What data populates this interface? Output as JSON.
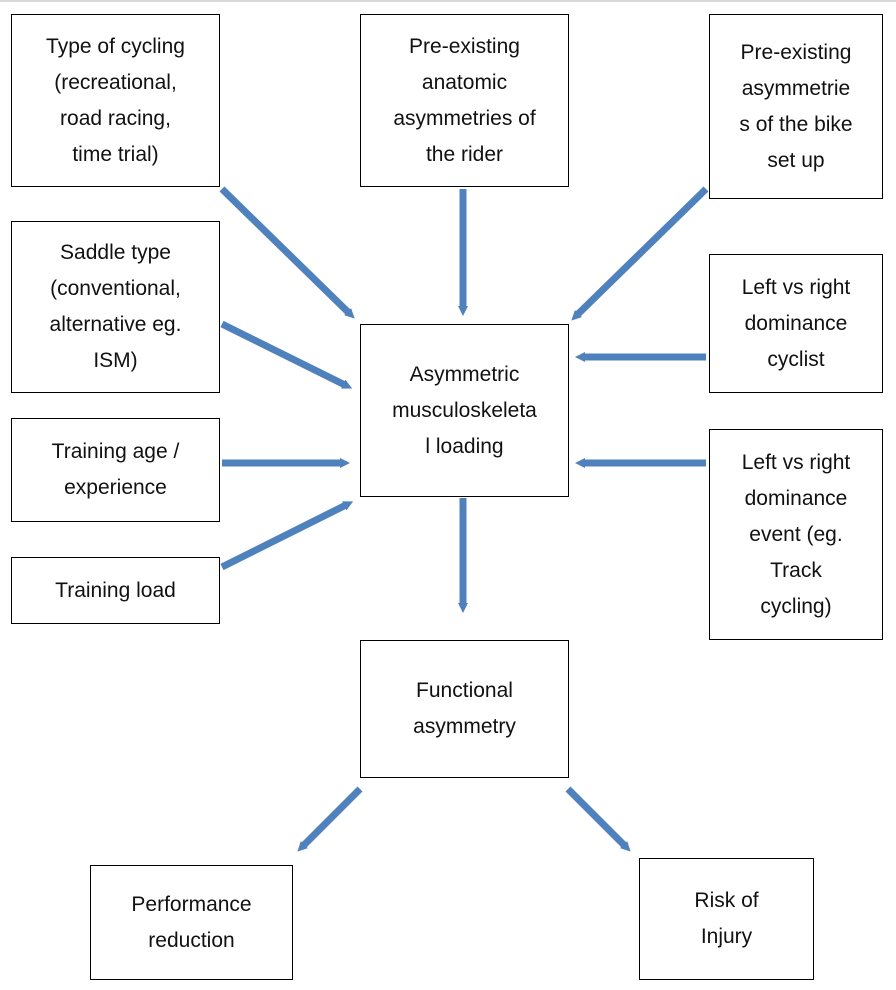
{
  "diagram": {
    "center": "Asymmetric\nmusculoskeleta\nl loading",
    "outcome": "Functional\nasymmetry",
    "inputs": {
      "type_of_cycling": "Type of cycling\n(recreational,\nroad racing,\ntime trial)",
      "anatomic": "Pre-existing\nanatomic\nasymmetries of\nthe rider",
      "bike_setup": "Pre-existing\nasymmetrie\ns of the bike\nset up",
      "saddle": "Saddle type\n(conventional,\nalternative eg.\nISM)",
      "dominance_cyclist": "Left vs right\ndominance\ncyclist",
      "training_age": "Training age /\nexperience",
      "dominance_event": "Left vs right\ndominance\nevent (eg.\nTrack\ncycling)",
      "training_load": "Training load"
    },
    "results": {
      "performance": "Performance\nreduction",
      "injury": "Risk of\nInjury"
    },
    "arrow_color": "#4f81bd"
  }
}
